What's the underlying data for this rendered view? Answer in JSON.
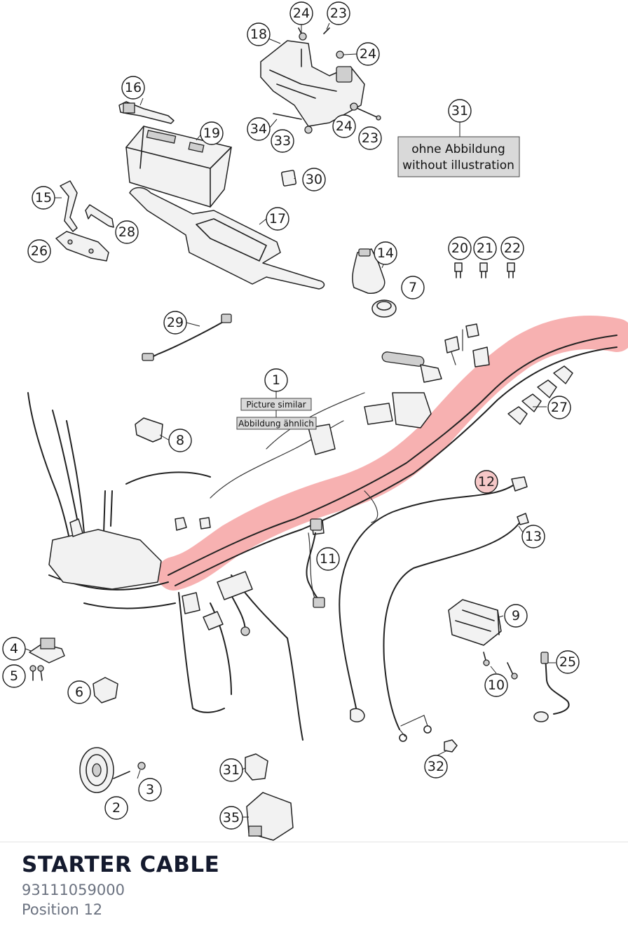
{
  "diagram": {
    "notes": {
      "without_illustration_de": "ohne Abbildung",
      "without_illustration_en": "without illustration",
      "picture_similar_en": "Picture similar",
      "picture_similar_de": "Abbildung ähnlich"
    },
    "highlighted_position": "12",
    "callouts": [
      "24",
      "23",
      "18",
      "24",
      "16",
      "19",
      "34",
      "33",
      "24",
      "23",
      "31",
      "30",
      "15",
      "28",
      "17",
      "26",
      "14",
      "20",
      "21",
      "22",
      "7",
      "29",
      "1",
      "27",
      "8",
      "12",
      "13",
      "11",
      "9",
      "25",
      "4",
      "5",
      "6",
      "10",
      "32",
      "31",
      "3",
      "2",
      "35"
    ]
  },
  "footer": {
    "title": "STARTER CABLE",
    "part_number": "93111059000",
    "position_label": "Position 12"
  },
  "colors": {
    "highlight": "#eb4646",
    "title": "#141a2e",
    "subtitle": "#6b7280"
  }
}
